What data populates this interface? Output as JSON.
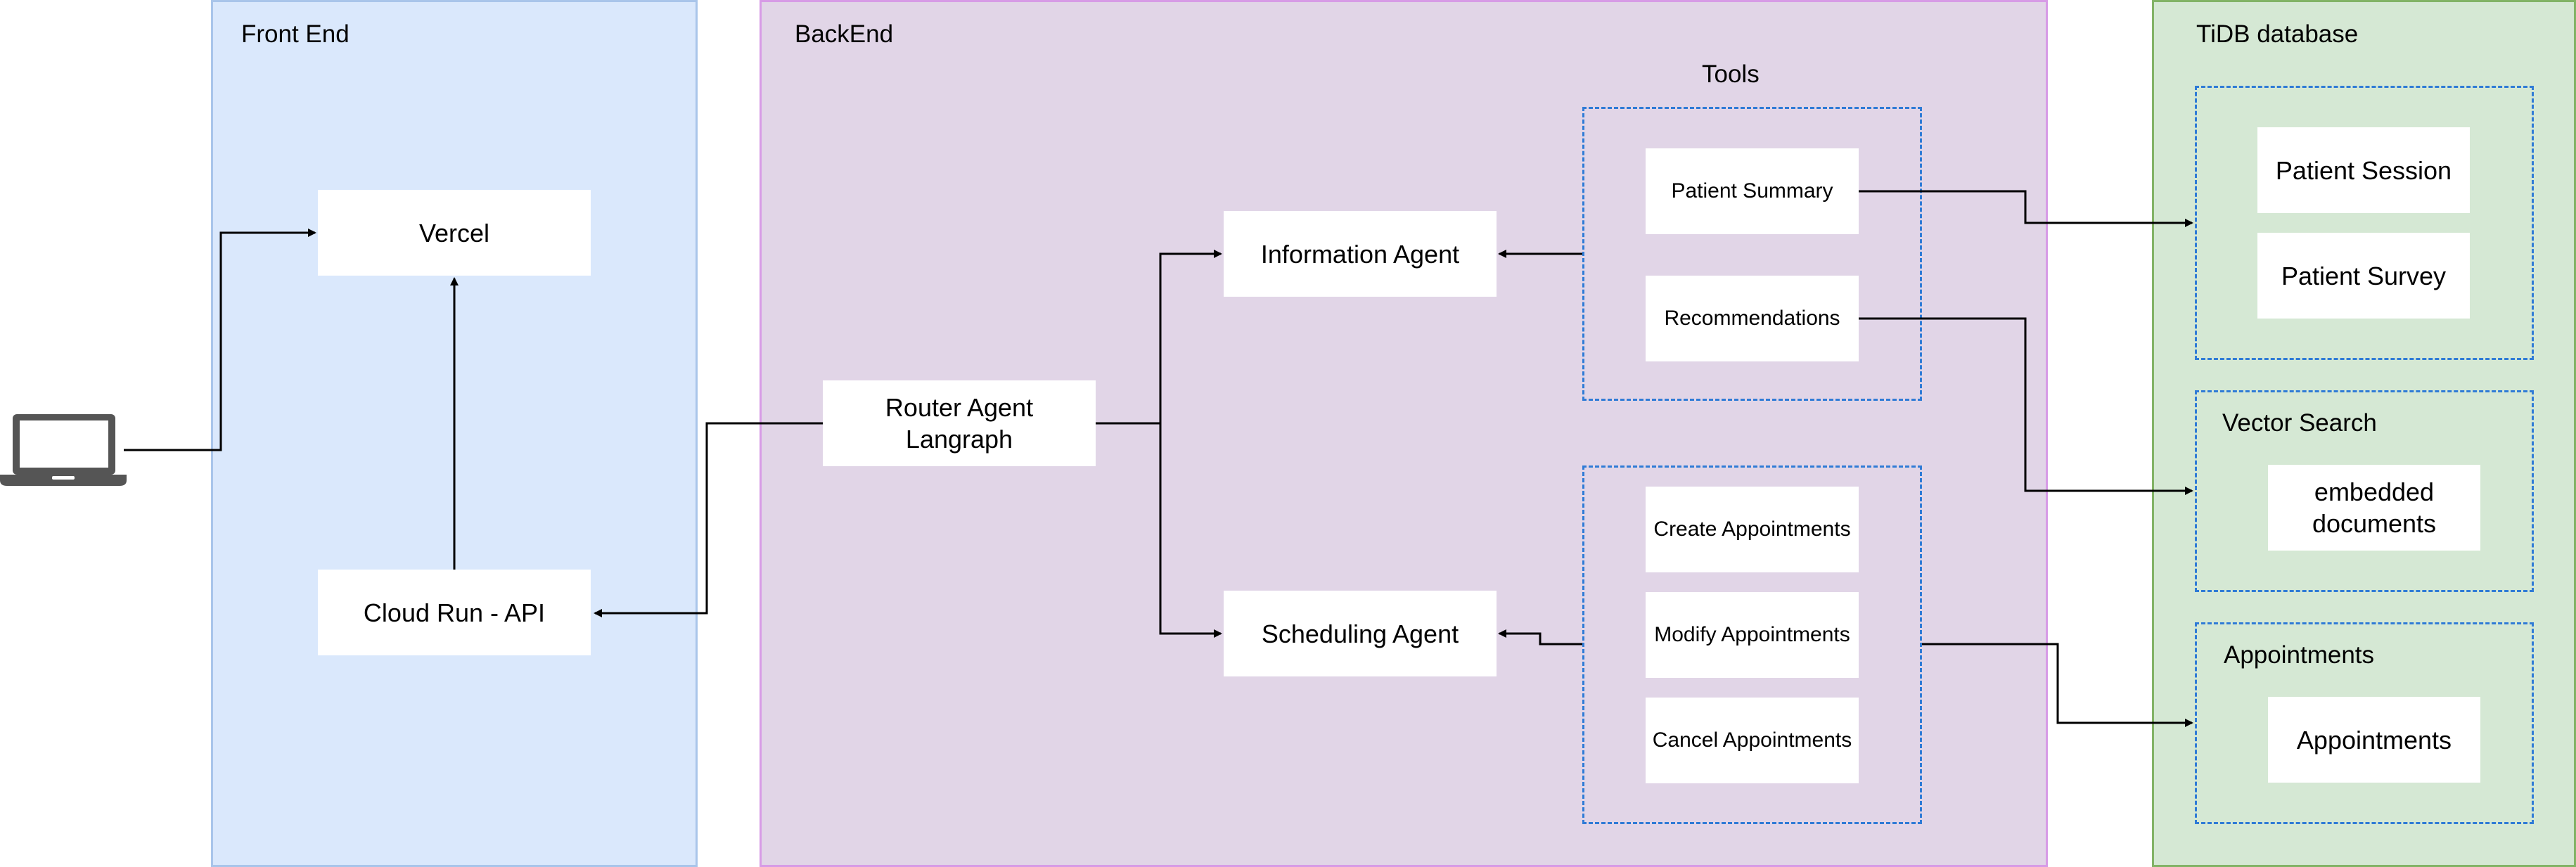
{
  "regions": {
    "frontend": "Front End",
    "backend": "BackEnd",
    "tidb": "TiDB database"
  },
  "frontend": {
    "vercel": "Vercel",
    "cloud_run": "Cloud Run - API"
  },
  "backend": {
    "router_line1": "Router Agent",
    "router_line2": "Langraph",
    "information_agent": "Information Agent",
    "scheduling_agent": "Scheduling Agent",
    "tools_label": "Tools",
    "tools": {
      "patient_summary": "Patient Summary",
      "recommendations": "Recommendations",
      "create_appointments": "Create Appointments",
      "modify_appointments": "Modify Appointments",
      "cancel_appointments": "Cancel Appointments"
    }
  },
  "tidb": {
    "patient_session": "Patient Session",
    "patient_survey": "Patient Survey",
    "vector_search_label": "Vector Search",
    "embedded_line1": "embedded",
    "embedded_line2": "documents",
    "appointments_label": "Appointments",
    "appointments_box": "Appointments"
  },
  "icons": {
    "client": "laptop-icon"
  },
  "colors": {
    "frontend_fill": "#dae8fc",
    "backend_fill": "#e1d5e7",
    "tidb_fill": "#d5e8d4",
    "dashed_border": "#2f7bd6"
  }
}
